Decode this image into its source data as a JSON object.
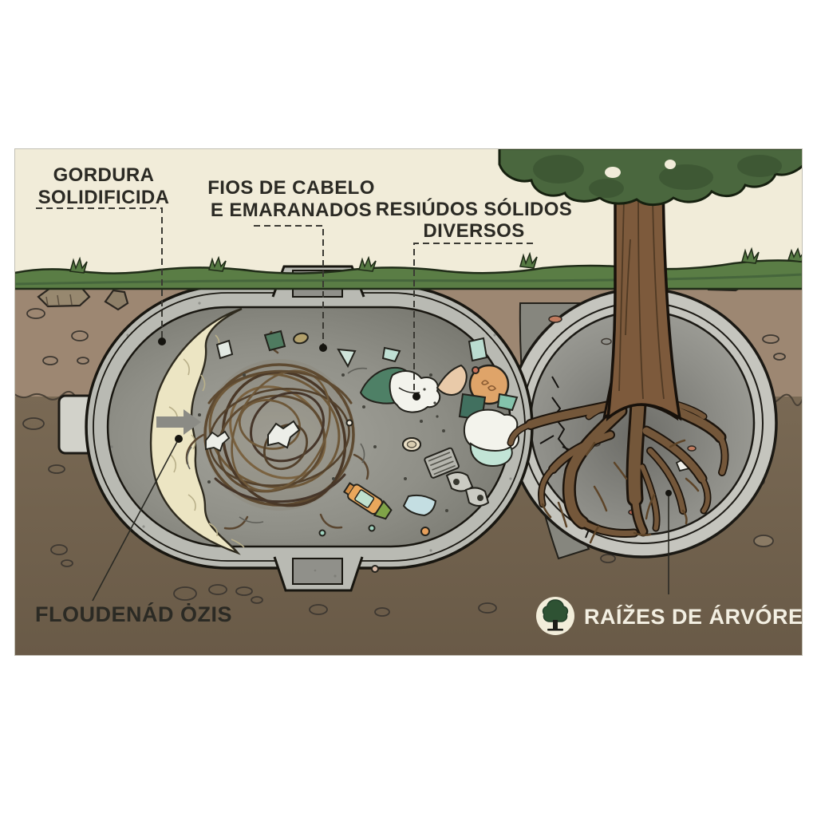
{
  "diagram": {
    "subject": "septic-tank-clog-cross-section",
    "labels": {
      "grease": {
        "lines": [
          "GORDURA",
          "SOLIDIFICIDA"
        ]
      },
      "hair": {
        "lines": [
          "FIOS DE CABELO",
          "E EMARANADOS"
        ]
      },
      "solids": {
        "lines": [
          "RESIÚDOS SÓLIDOS",
          "DIVERSOS"
        ]
      },
      "bottom_left": {
        "text": "FLOUDENÁD ȮZIS"
      },
      "tree_roots": {
        "text": "RAÍŽES DE ÁRVÓRE"
      }
    },
    "icons": [
      "tree-icon",
      "flow-arrow-icon"
    ],
    "palette": {
      "sky": "#f1ecd9",
      "grass": "#5a7d45",
      "soil_upper": "#9d8772",
      "soil_lower": "#73634f",
      "concrete": "#b9bab3",
      "concrete_ring": "#c5c5be",
      "tank_interior": "#8e8e86",
      "grease": "#ece5c3",
      "hair": "#5e4a31",
      "root_brown": "#74573a",
      "canopy_green": "#4a673e",
      "label_ink": "#2b2a24",
      "legend_text": "#f3efe2"
    }
  }
}
